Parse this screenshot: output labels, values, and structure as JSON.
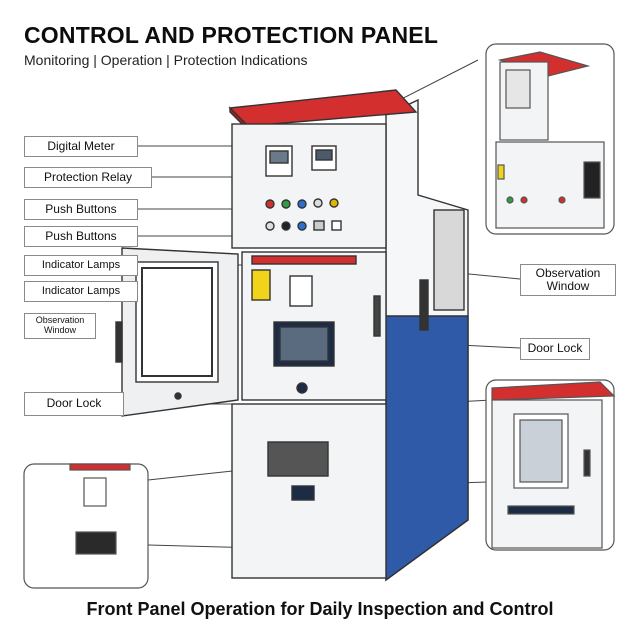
{
  "header": {
    "title": "CONTROL AND PROTECTION PANEL",
    "subtitle": "Monitoring | Operation | Protection Indications"
  },
  "labels": {
    "digital_meter": "Digital Meter",
    "protection_relay": "Protection Relay",
    "push_buttons_1": "Push Buttons",
    "push_buttons_2": "Push Buttons",
    "indicator_lamps_1": "Indicator Lamps",
    "indicator_lamps_2": "Indicator Lamps",
    "observation_window_left": "Observation Window",
    "door_lock_left": "Door Lock",
    "observation_window_right": "Observation Window",
    "door_lock_right": "Door Lock"
  },
  "footer": {
    "caption": "Front Panel Operation for Daily Inspection and Control"
  },
  "colors": {
    "cabinet_red": "#d32f2f",
    "cabinet_blue": "#2f5aa8",
    "panel_white": "#f3f4f5",
    "outline": "#333333"
  }
}
